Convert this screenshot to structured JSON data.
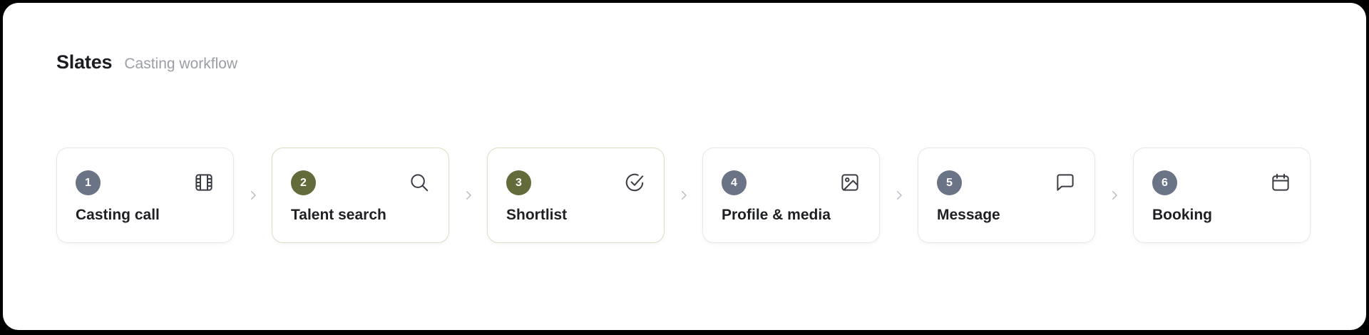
{
  "header": {
    "title": "Slates",
    "subtitle": "Casting workflow"
  },
  "colors": {
    "active_badge": "#626b39",
    "inactive_badge": "#6b7386",
    "active_border": "#dddcc7",
    "card_border": "#e6e7ea",
    "icon_stroke": "#3b3d44",
    "separator": "#b9bcc4"
  },
  "steps": [
    {
      "number": "1",
      "label": "Casting call",
      "icon": "film-icon",
      "active": false
    },
    {
      "number": "2",
      "label": "Talent search",
      "icon": "search-icon",
      "active": true
    },
    {
      "number": "3",
      "label": "Shortlist",
      "icon": "check-circle-icon",
      "active": true
    },
    {
      "number": "4",
      "label": "Profile & media",
      "icon": "image-icon",
      "active": false
    },
    {
      "number": "5",
      "label": "Message",
      "icon": "message-icon",
      "active": false
    },
    {
      "number": "6",
      "label": "Booking",
      "icon": "calendar-icon",
      "active": false
    }
  ],
  "separator_icon": "chevron-right-icon"
}
